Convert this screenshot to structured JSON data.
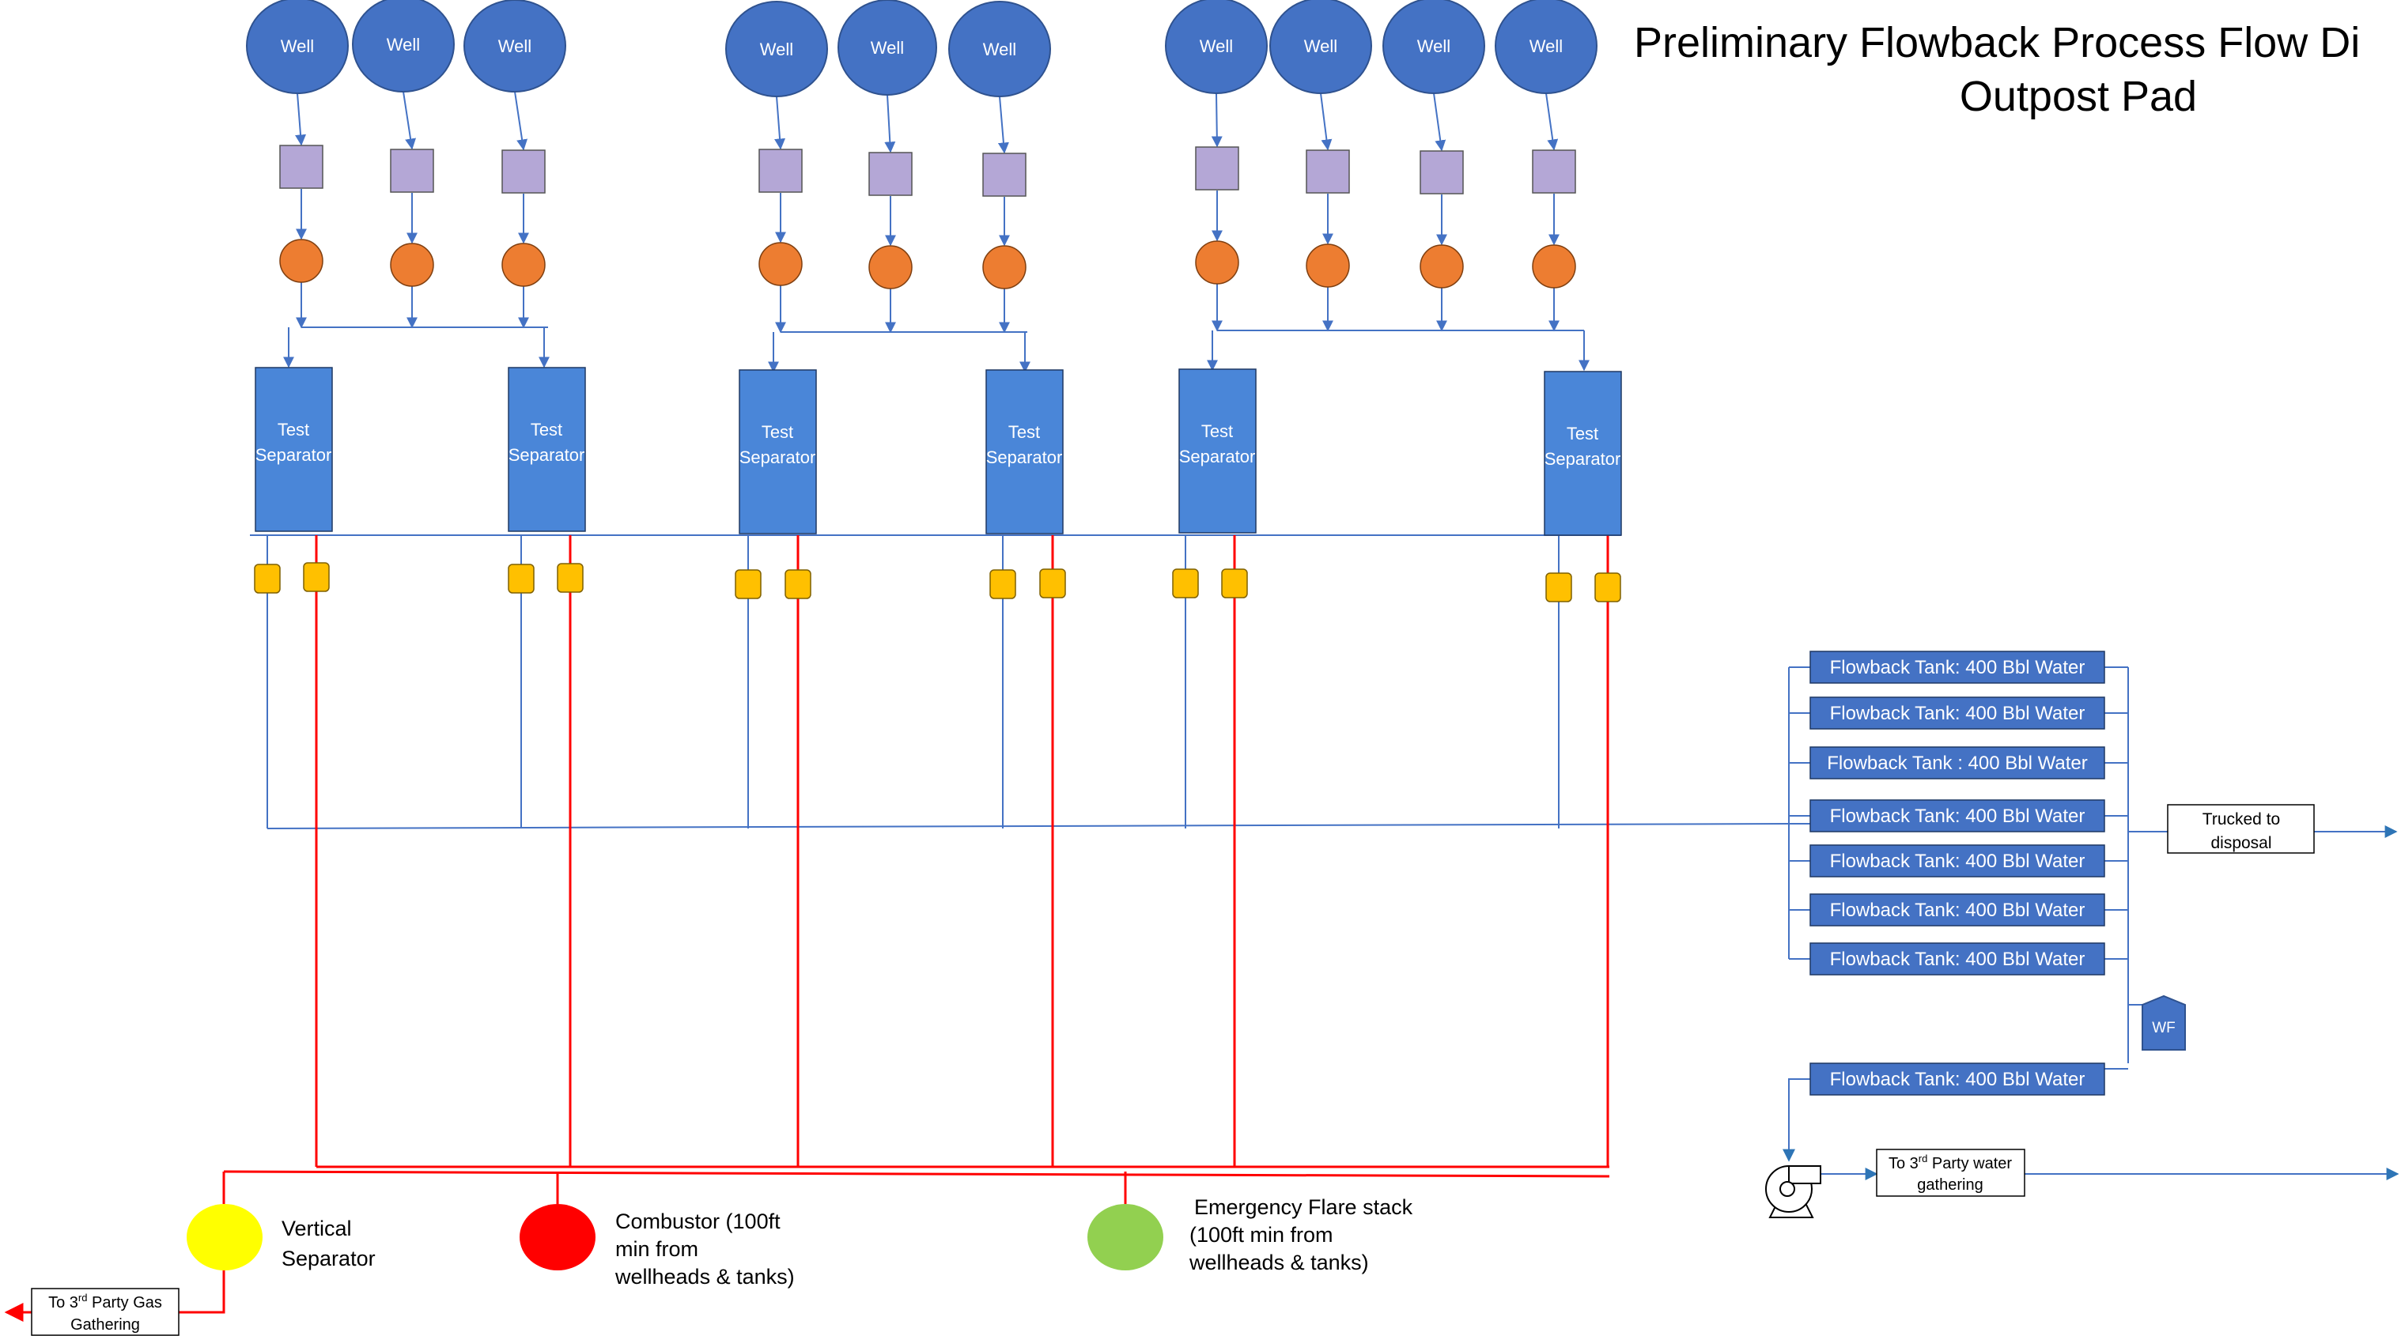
{
  "title": {
    "line1": "Preliminary Flowback Process Flow Di",
    "line2": "Outpost Pad"
  },
  "labels": {
    "well": "Well",
    "test_separator_line1": "Test",
    "test_separator_line2": "Separator",
    "trucked_line1": "Trucked to",
    "trucked_line2": "disposal",
    "water_gathering_line1_prefix": "To 3",
    "water_gathering_sup": "rd",
    "water_gathering_line1_suffix": " Party water",
    "water_gathering_line2": "gathering",
    "gas_gathering_line1_prefix": "To 3",
    "gas_gathering_sup": "rd",
    "gas_gathering_line1_suffix": " Party Gas",
    "gas_gathering_line2": "Gathering",
    "vertical_separator": [
      "Vertical",
      "Separator"
    ],
    "combustor": [
      "Combustor (100ft",
      "min from",
      "wellheads & tanks)"
    ],
    "flare": [
      "Emergency Flare stack",
      "(100ft min from",
      "wellheads & tanks)"
    ],
    "wf": "WF"
  },
  "flowback_tanks": [
    "Flowback Tank: 400 Bbl Water",
    "Flowback Tank: 400 Bbl Water",
    "Flowback Tank : 400 Bbl Water",
    "Flowback Tank: 400 Bbl Water",
    "Flowback Tank: 400 Bbl Water",
    "Flowback Tank: 400 Bbl Water",
    "Flowback Tank: 400 Bbl Water",
    "Flowback Tank: 400 Bbl Water"
  ],
  "colors": {
    "well": "#4472c4",
    "well_stroke": "#2f528f",
    "choke": "#b4a7d6",
    "heater": "#ed7d31",
    "separator": "#4a86d8",
    "meter": "#ffc000",
    "water_line": "#4472c4",
    "gas_line": "#ff0000",
    "vertical_separator": "#ffff00",
    "combustor": "#ff0000",
    "flare": "#92d050",
    "arrow_blue": "#2e75b6"
  }
}
